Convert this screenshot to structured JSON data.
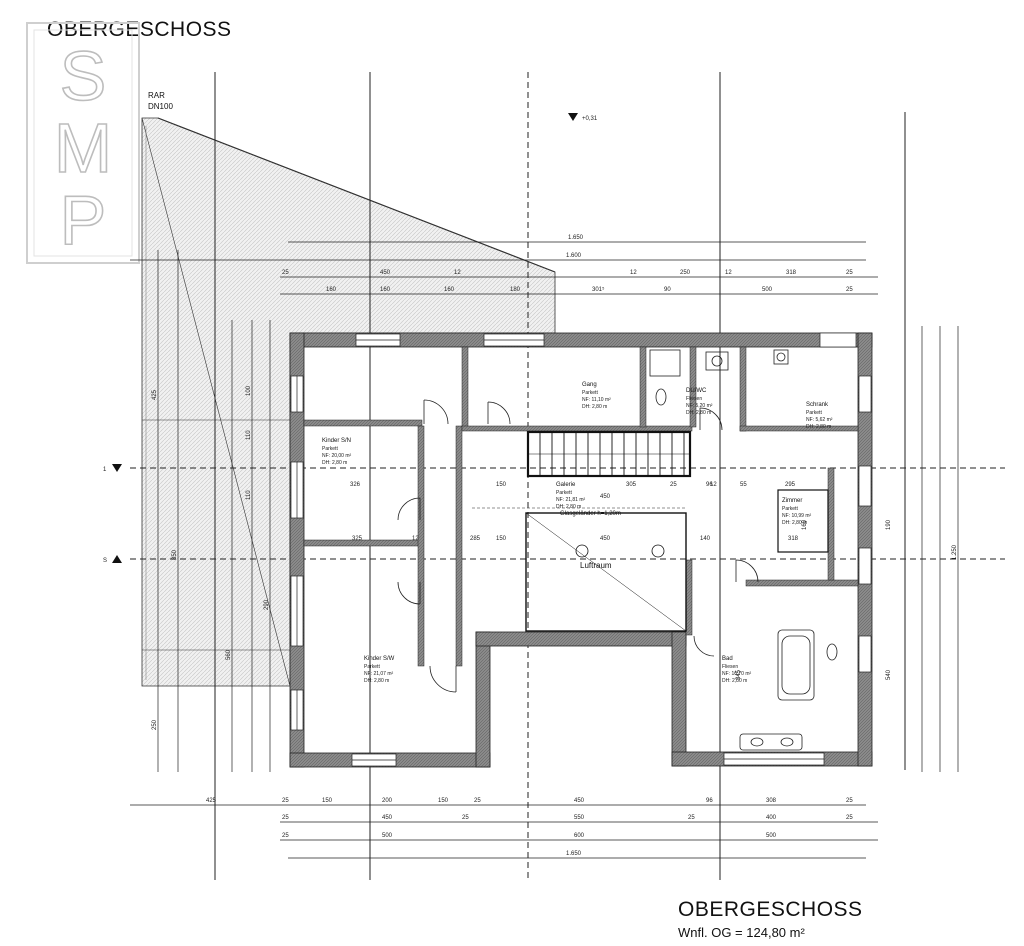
{
  "header": {
    "title": "OBERGESCHOSS"
  },
  "footer": {
    "title": "OBERGESCHOSS",
    "area": "Wnfl. OG = 124,80 m²"
  },
  "logo": {
    "letters": [
      "S",
      "M",
      "P"
    ]
  },
  "annotations": {
    "rar": "RAR",
    "dn": "DN100",
    "level": "+0,31",
    "stair": "Glasgeländer h=1,20m",
    "luftraum": "Luftraum",
    "sec1": "1",
    "sec2": "S"
  },
  "rooms": {
    "kinder_sn": {
      "name": "Kinder S/N",
      "floor": "Parkett",
      "area": "NF: 20,00 m²",
      "height": "DH: 2,80 m"
    },
    "kinder_sw": {
      "name": "Kinder S/W",
      "floor": "Parkett",
      "area": "NF: 21,07 m²",
      "height": "DH: 2,80 m"
    },
    "galerie": {
      "name": "Galerie",
      "floor": "Parkett",
      "area": "NF: 21,81 m²",
      "height": "DH: 2,80 m"
    },
    "gang": {
      "name": "Gang",
      "floor": "Parkett",
      "area": "NF: 11,10 m²",
      "height": "DH: 2,80 m"
    },
    "dusche_wc": {
      "name": "DU/WC",
      "floor": "Fliesen",
      "area": "NF: 5,20 m²",
      "height": "DH: 2,80 m"
    },
    "schrank": {
      "name": "Schrank",
      "floor": "Parkett",
      "area": "NF: 5,62 m²",
      "height": "DH: 2,80 m"
    },
    "zimmer": {
      "name": "Zimmer",
      "floor": "Parkett",
      "area": "NF: 10,99 m²",
      "height": "DH: 2,80 m"
    },
    "bad": {
      "name": "Bad",
      "floor": "Fliesen",
      "area": "NF: 16,70 m²",
      "height": "DH: 2,80 m"
    }
  },
  "dims": {
    "top_total": "1.650",
    "top_inner": "1.600",
    "right_total": "1.250",
    "bottom_total": "1.650",
    "top_row3": [
      "25",
      "450",
      "12",
      "12",
      "250",
      "12",
      "318",
      "25"
    ],
    "top_row4": [
      "160",
      "160",
      "160",
      "180",
      "301⁵",
      "90",
      "500",
      "25"
    ],
    "bottom_row1": [
      "425",
      "25",
      "150",
      "200",
      "150",
      "25",
      "450",
      "96",
      "308",
      "25"
    ],
    "bottom_row2": [
      "25",
      "450",
      "25",
      "550",
      "25",
      "400",
      "25"
    ],
    "bottom_row3": [
      "25",
      "500",
      "600",
      "500"
    ],
    "left": [
      "425",
      "850",
      "100",
      "110",
      "110",
      "290",
      "560",
      "250"
    ],
    "interior": [
      "326",
      "450",
      "150",
      "25",
      "305",
      "12",
      "318",
      "450",
      "295",
      "12",
      "150",
      "285",
      "160",
      "190",
      "345",
      "540",
      "325",
      "140",
      "96",
      "55"
    ]
  }
}
